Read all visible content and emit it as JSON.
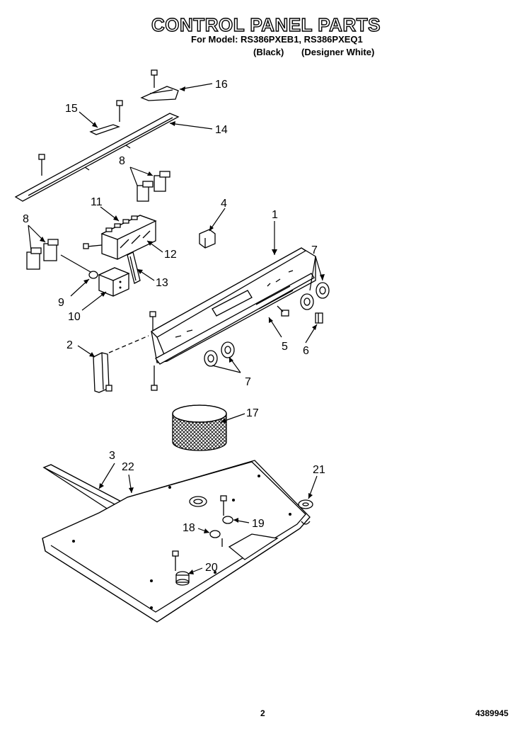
{
  "title": "CONTROL PANEL PARTS",
  "model_line": "For Model: RS386PXEB1, RS386PXEQ1",
  "variants": [
    "(Black)",
    "(Designer White)"
  ],
  "callouts": [
    "16",
    "15",
    "14",
    "8",
    "11",
    "4",
    "1",
    "8",
    "12",
    "7",
    "13",
    "9",
    "10",
    "5",
    "6",
    "2",
    "7",
    "17",
    "3",
    "22",
    "21",
    "19",
    "18",
    "20"
  ],
  "page_number": "2",
  "document_number": "4389945"
}
